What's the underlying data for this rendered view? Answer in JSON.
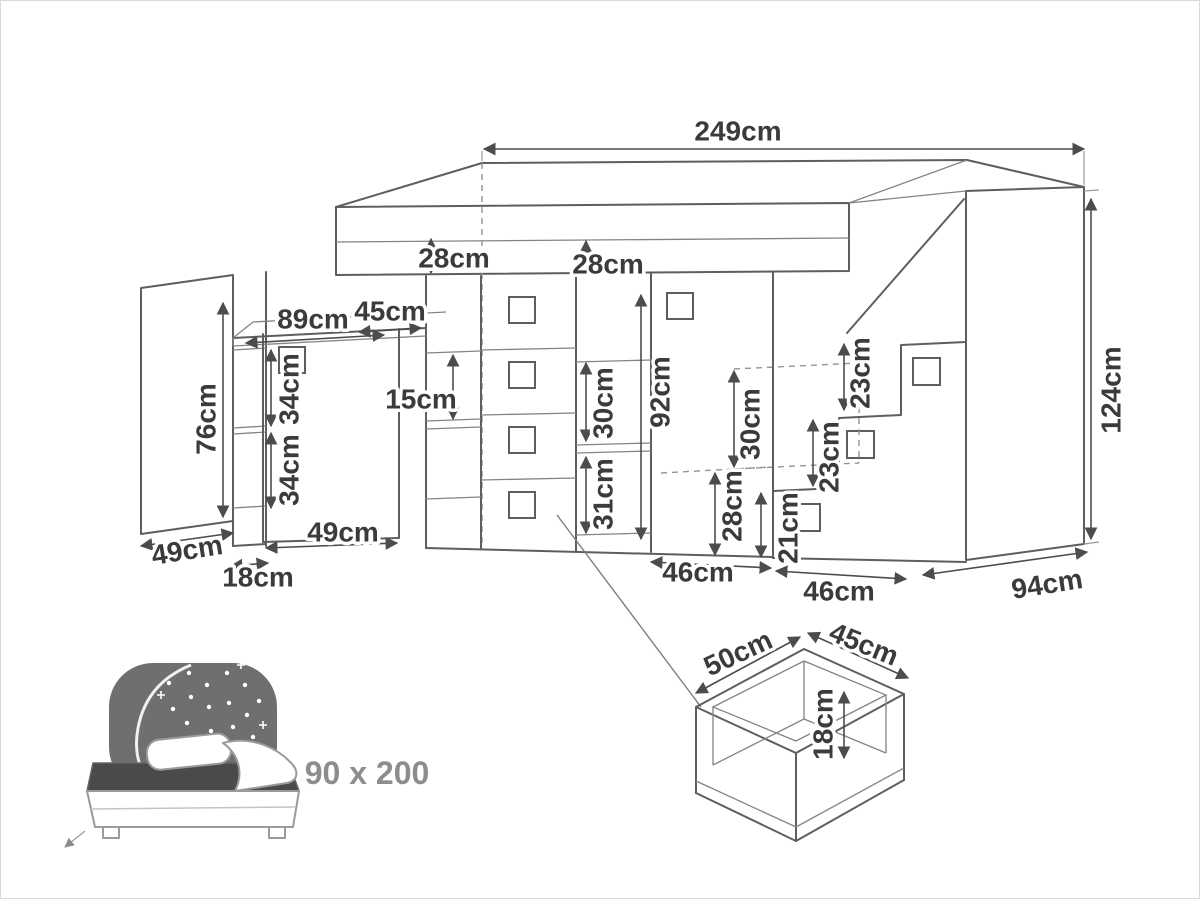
{
  "colors": {
    "background": "#ffffff",
    "line": "#5e5e5e",
    "dimension_text": "#3b3b3b",
    "muted_text": "#8d8d8d"
  },
  "main_diagram": {
    "dimensions": {
      "total_width": "249cm",
      "platform_thickness_left": "28cm",
      "platform_thickness_right": "28cm",
      "desk_width": "89cm",
      "shelf_column_width": "45cm",
      "side_unit_height": "76cm",
      "side_shelf_gap_upper": "34cm",
      "side_shelf_gap_lower": "34cm",
      "shelf_gap_small": "15cm",
      "mid_shelf_gap_upper": "30cm",
      "wardrobe_height": "92cm",
      "stair_back_clearance": "30cm",
      "step_depth_top": "23cm",
      "step_depth_mid": "23cm",
      "mid_shelf_gap_lower": "31cm",
      "step_riser_back": "28cm",
      "step_riser_front": "21cm",
      "total_height": "124cm",
      "side_unit_depth": "49cm",
      "desk_clearance_width": "49cm",
      "panel_thickness": "18cm",
      "bottom_section_left_width": "46cm",
      "bottom_section_right_width": "46cm",
      "unit_depth": "94cm"
    }
  },
  "drawer_detail": {
    "width": "50cm",
    "depth": "45cm",
    "height": "18cm"
  },
  "bed_legend": {
    "icon": "double-bed-night-sky-icon",
    "mattress_size": "90 x 200"
  }
}
